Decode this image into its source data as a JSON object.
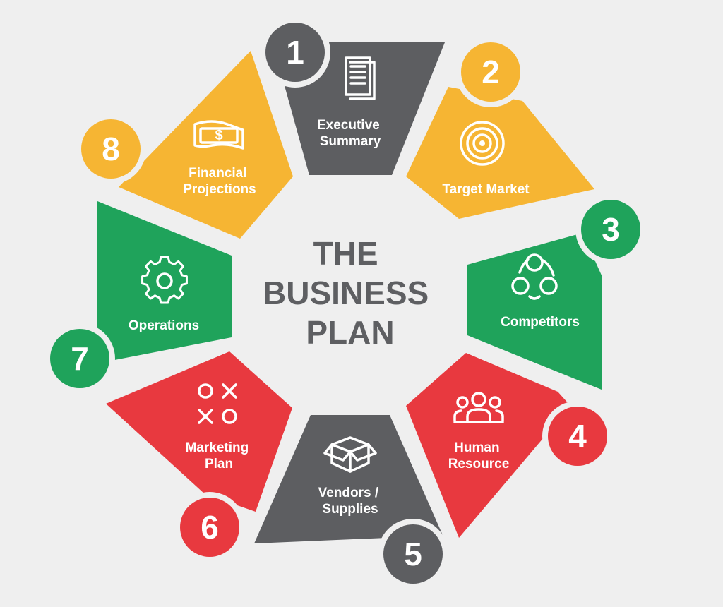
{
  "title": {
    "lines": [
      "THE",
      "BUSINESS",
      "PLAN"
    ]
  },
  "colors": {
    "gray": "#5d5e61",
    "yellow": "#f6b533",
    "green": "#1fa35b",
    "red": "#e8393f",
    "title": "#5e5f62",
    "background": "#efefef"
  },
  "segments": [
    {
      "number": "1",
      "label_lines": [
        "Executive",
        "Summary"
      ],
      "color": "gray",
      "icon": "document-icon"
    },
    {
      "number": "2",
      "label_lines": [
        "Target Market"
      ],
      "color": "yellow",
      "icon": "target-icon"
    },
    {
      "number": "3",
      "label_lines": [
        "Competitors"
      ],
      "color": "green",
      "icon": "people-cycle-icon"
    },
    {
      "number": "4",
      "label_lines": [
        "Human",
        "Resource"
      ],
      "color": "red",
      "icon": "team-icon"
    },
    {
      "number": "5",
      "label_lines": [
        "Vendors /",
        "Supplies"
      ],
      "color": "gray",
      "icon": "box-icon"
    },
    {
      "number": "6",
      "label_lines": [
        "Marketing",
        "Plan"
      ],
      "color": "red",
      "icon": "tic-tac-toe-icon"
    },
    {
      "number": "7",
      "label_lines": [
        "Operations"
      ],
      "color": "green",
      "icon": "gear-icon"
    },
    {
      "number": "8",
      "label_lines": [
        "Financial",
        "Projections"
      ],
      "color": "yellow",
      "icon": "money-icon"
    }
  ]
}
